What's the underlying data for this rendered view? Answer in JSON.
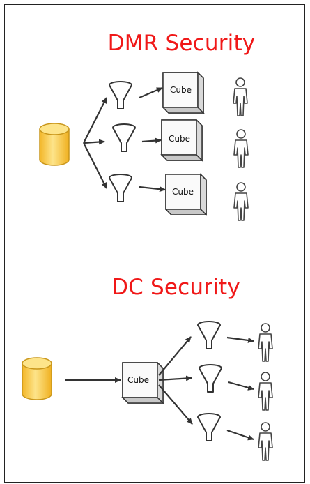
{
  "sections": {
    "dmr": {
      "title": "DMR Security",
      "cube_labels": [
        "Cube",
        "Cube",
        "Cube"
      ]
    },
    "dc": {
      "title": "DC Security",
      "cube_labels": [
        "Cube"
      ]
    }
  },
  "colors": {
    "title": "#f01818",
    "database_fill": "#f7c948",
    "database_stroke": "#c9961a",
    "arrow": "#333333"
  },
  "icons": [
    "database-icon",
    "funnel-icon",
    "cube-icon",
    "person-icon"
  ]
}
